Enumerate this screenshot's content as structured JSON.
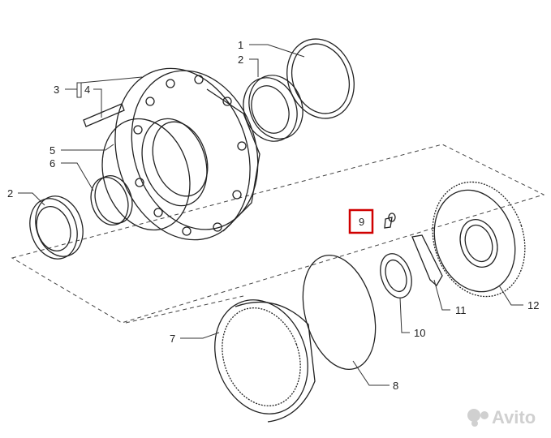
{
  "callouts": [
    {
      "id": "1",
      "text": "1"
    },
    {
      "id": "2a",
      "text": "2"
    },
    {
      "id": "2b",
      "text": "2"
    },
    {
      "id": "3",
      "text": "3"
    },
    {
      "id": "4",
      "text": "4"
    },
    {
      "id": "5",
      "text": "5"
    },
    {
      "id": "6",
      "text": "6"
    },
    {
      "id": "7",
      "text": "7"
    },
    {
      "id": "8",
      "text": "8"
    },
    {
      "id": "9",
      "text": "9"
    },
    {
      "id": "10",
      "text": "10"
    },
    {
      "id": "11",
      "text": "11"
    },
    {
      "id": "12",
      "text": "12"
    }
  ],
  "highlight": {
    "callout": "9",
    "color": "#d00000"
  },
  "watermark": {
    "text": "Avito",
    "color": "#d0d0d0"
  }
}
